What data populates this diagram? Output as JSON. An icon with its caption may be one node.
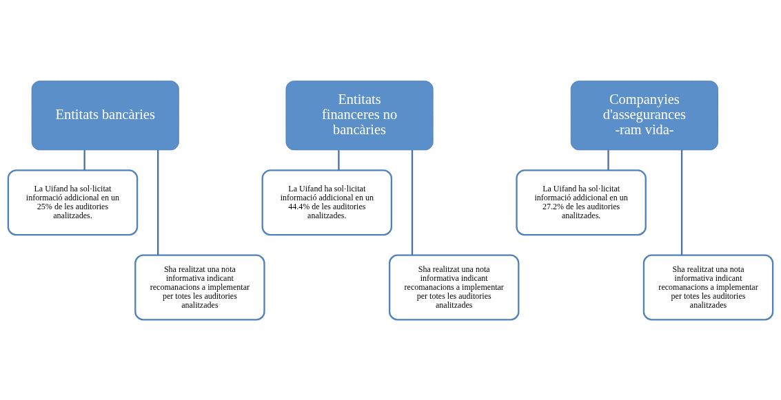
{
  "diagram": {
    "nodes": [
      {
        "text": [
          "Entitats bancàries"
        ]
      },
      {
        "text": [
          "La Uifand ha sol·licitat informació addicional en un 25% de les auditories analitzades."
        ]
      },
      {
        "text": [
          "Sha realitzat una nota informativa indicant recomanacions a implementar per totes les auditories analitzades"
        ]
      },
      {
        "text": [
          "Entitats financeres no bancàries"
        ]
      },
      {
        "text": [
          "La Uifand ha sol·licitat informació addicional en un 44.4% de les auditories analitzades."
        ]
      },
      {
        "text": [
          "Sha realitzat una nota informativa indicant recomanacions a implementar per totes les auditories analitzades"
        ]
      },
      {
        "text": [
          "Companyies d'assegurances -ram vida-"
        ]
      },
      {
        "text": [
          "La Uifand ha sol·licitat informació addicional en un 27.2% de les auditories analitzades."
        ]
      },
      {
        "text": [
          "Sha realitzat una nota informativa indicant recomanacions a implementar per totes les auditories analitzades"
        ]
      }
    ],
    "edges": [
      {
        "from": 0,
        "to": 1,
        "arrow": "none"
      },
      {
        "from": 0,
        "to": 2,
        "arrow": "none"
      },
      {
        "from": 3,
        "to": 4,
        "arrow": "none"
      },
      {
        "from": 3,
        "to": 5,
        "arrow": "none"
      },
      {
        "from": 6,
        "to": 7,
        "arrow": "none"
      },
      {
        "from": 6,
        "to": 8,
        "arrow": "none"
      }
    ]
  }
}
